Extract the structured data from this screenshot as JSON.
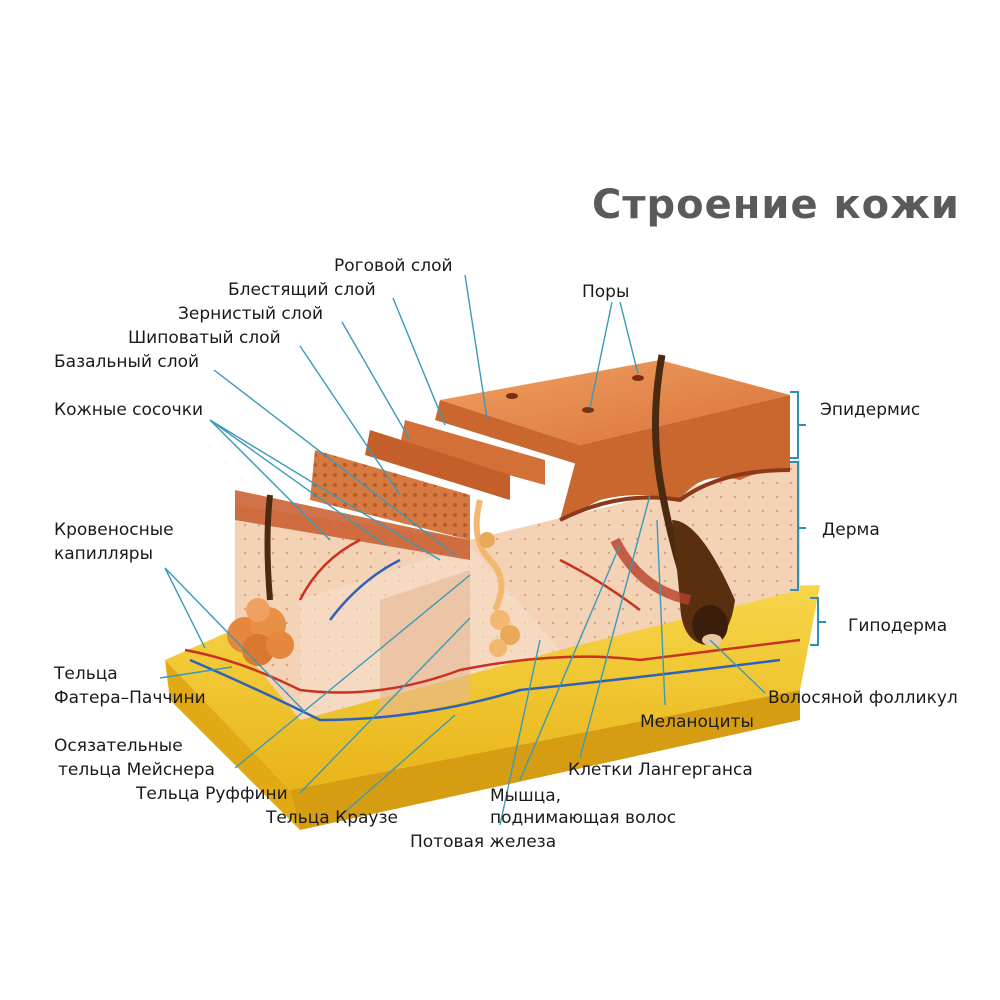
{
  "title": "Строение кожи",
  "labels": {
    "stratum_corneum": "Роговой слой",
    "stratum_lucidum": "Блестящий слой",
    "stratum_granulosum": "Зернистый слой",
    "stratum_spinosum": "Шиповатый слой",
    "stratum_basale": "Базальный слой",
    "dermal_papillae": "Кожные сосочки",
    "capillaries_line1": "Кровеносные",
    "capillaries_line2": "капилляры",
    "pacini_line1": "Тельца",
    "pacini_line2": "Фатера–Паччини",
    "meissner_line1": "Осязательные",
    "meissner_line2": "тельца Мейснера",
    "ruffini": "Тельца Руффини",
    "krause": "Тельца Краузе",
    "sweat_gland": "Потовая железа",
    "arrector_line1": "Мышца,",
    "arrector_line2": "поднимающая волос",
    "langerhans": "Клетки Лангерганса",
    "melanocytes": "Меланоциты",
    "hair_follicle": "Волосяной фолликул",
    "pores": "Поры",
    "epidermis": "Эпидермис",
    "dermis": "Дерма",
    "hypodermis": "Гиподерма"
  },
  "colors": {
    "leader_line": "#3a9ab8",
    "bracket": "#2d8fb3",
    "title": "#5a5a5a",
    "epidermis": "#d9743a",
    "dermis": "#f0c9a8",
    "hypodermis": "#f2c41a"
  }
}
